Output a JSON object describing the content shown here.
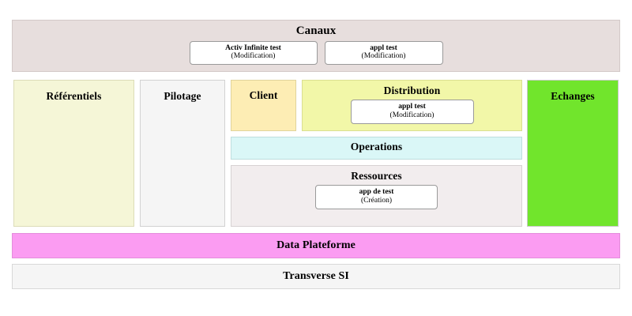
{
  "diagram": {
    "type": "application-landscape-map",
    "language": "fr",
    "bands": {
      "canaux": {
        "title": "Canaux",
        "color": "#e7dedd",
        "applications": [
          {
            "name": "Activ Infinite test",
            "state": "(Modification)"
          },
          {
            "name": "appl test",
            "state": "(Modification)"
          }
        ]
      },
      "referentiels": {
        "title": "Référentiels",
        "color": "#f5f6d7",
        "applications": []
      },
      "pilotage": {
        "title": "Pilotage",
        "color": "#f5f5f5",
        "applications": []
      },
      "client": {
        "title": "Client",
        "color": "#fdedb4",
        "applications": []
      },
      "distribution": {
        "title": "Distribution",
        "color": "#f2f7a8",
        "applications": [
          {
            "name": "appl test",
            "state": "(Modification)"
          }
        ]
      },
      "operations": {
        "title": "Operations",
        "color": "#daf7f7",
        "applications": []
      },
      "ressources": {
        "title": "Ressources",
        "color": "#f2edee",
        "applications": [
          {
            "name": "app de test",
            "state": "(Création)"
          }
        ]
      },
      "echanges": {
        "title": "Echanges",
        "color": "#71e52c",
        "applications": []
      },
      "data_plateforme": {
        "title": "Data Plateforme",
        "color": "#fb9cf2",
        "applications": []
      },
      "transverse_si": {
        "title": "Transverse SI",
        "color": "#f5f5f5",
        "applications": []
      }
    }
  }
}
